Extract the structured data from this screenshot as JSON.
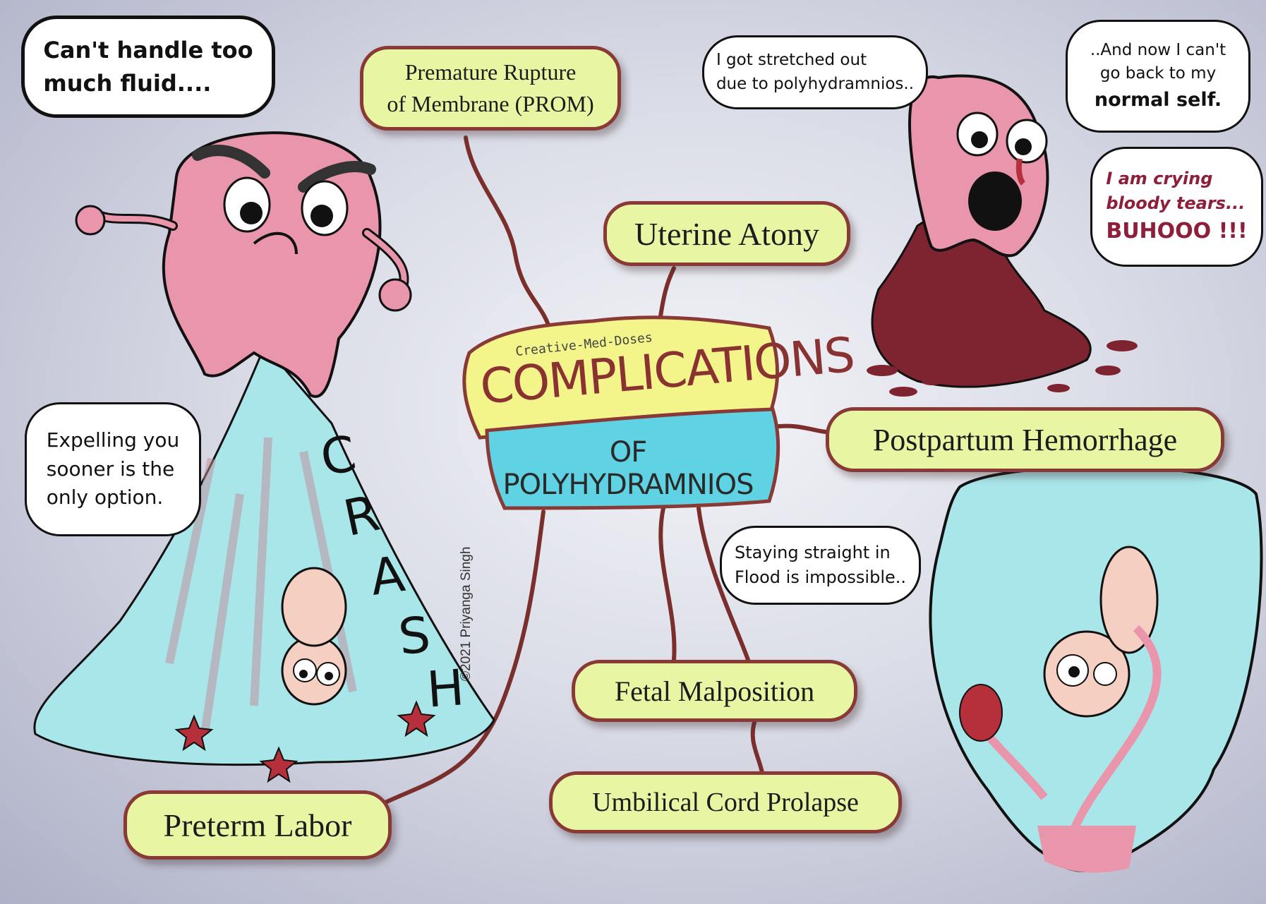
{
  "center": {
    "credit": "Creative-Med-Doses",
    "title": "COMPLICATIONS",
    "subtitle": "OF POLYHYDRAMNIOS"
  },
  "nodes": {
    "prom_line1": "Premature Rupture",
    "prom_line2": "of Membrane (PROM)",
    "uterine_atony": "Uterine Atony",
    "postpartum": "Postpartum Hemorrhage",
    "fetal_malposition": "Fetal Malposition",
    "cord_prolapse": "Umbilical Cord Prolapse",
    "preterm": "Preterm Labor"
  },
  "bubbles": {
    "fluid_line1": "Can't handle too",
    "fluid_line2": "much fluid....",
    "expel_line1": "Expelling you",
    "expel_line2": "sooner is the",
    "expel_line3": "only option.",
    "stretched_line1": "I got stretched out",
    "stretched_line2": "due to polyhydramnios..",
    "normal_line1": "..And now I can't",
    "normal_line2": "go back to my",
    "normal_line3": "normal self.",
    "crying_line1": "I am crying",
    "crying_line2": "bloody tears...",
    "crying_line3": "BUHOOO !!!",
    "flood_line1": "Staying straight in",
    "flood_line2": "Flood is impossible.."
  },
  "crash_letters": [
    "C",
    "R",
    "A",
    "S",
    "H"
  ],
  "copyright": "©2021 Priyanga Singh",
  "colors": {
    "node_fill": "#e8f6a4",
    "node_border": "#8a3a36",
    "connector": "#7a2f2c",
    "uterus": "#e995ab",
    "fluid": "#a9e6ea",
    "blood": "#7e2430"
  }
}
